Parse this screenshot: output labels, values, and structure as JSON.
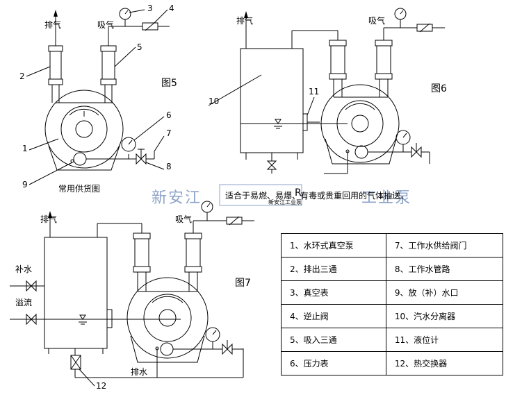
{
  "figures": {
    "fig5": {
      "title": "图5",
      "caption": "常用供货图",
      "exhaust_label": "排气",
      "suction_label": "吸气",
      "callouts": [
        "1",
        "2",
        "3",
        "4",
        "5",
        "6",
        "7",
        "8",
        "9"
      ]
    },
    "fig6": {
      "title": "图6",
      "exhaust_label": "排气",
      "suction_label": "吸气",
      "callouts": [
        "10",
        "11"
      ],
      "note": "适合于易燃、易爆、有毒或贵重回用的气体抽送。"
    },
    "fig7": {
      "title": "图7",
      "exhaust_label": "排气",
      "suction_label": "吸气",
      "makeup_water_label": "补水",
      "overflow_label": "溢流",
      "drain_label": "排水",
      "callouts": [
        "12"
      ]
    }
  },
  "watermark": {
    "text_left": "新安江",
    "text_right": "工业泵",
    "logo_small": "新安江工业泵",
    "logo_letter": "R"
  },
  "legend": {
    "rows": [
      [
        "1、水环式真空泵",
        "7、工作水供给阀门"
      ],
      [
        "2、排出三通",
        "8、工作水管路"
      ],
      [
        "3、真空表",
        "9、放（补）水口"
      ],
      [
        "4、逆止阀",
        "10、汽水分离器"
      ],
      [
        "5、吸入三通",
        "11、液位计"
      ],
      [
        "6、压力表",
        "12、热交换器"
      ]
    ]
  }
}
